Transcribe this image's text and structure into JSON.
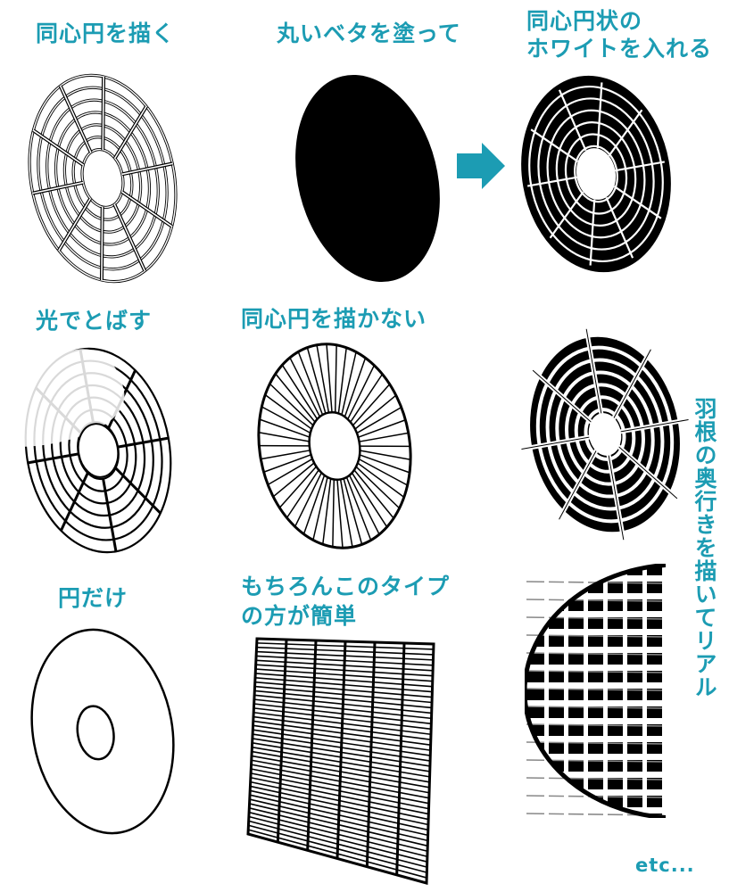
{
  "labels": {
    "concentric": "同心円を描く",
    "fill_black": "丸いベタを塗って",
    "white_line1": "同心円状の",
    "white_line2": "ホワイトを入れる",
    "highlight": "光でとばす",
    "no_concentric": "同心円を描かない",
    "circle_only": "円だけ",
    "grid_line1": "もちろんこのタイプ",
    "grid_line2": "の方が簡単",
    "depth": "羽根の奥行きを描いてリアル",
    "etc": "etc..."
  },
  "colors": {
    "accent": "#1c9cb3",
    "ink": "#000000",
    "paper": "#ffffff"
  }
}
